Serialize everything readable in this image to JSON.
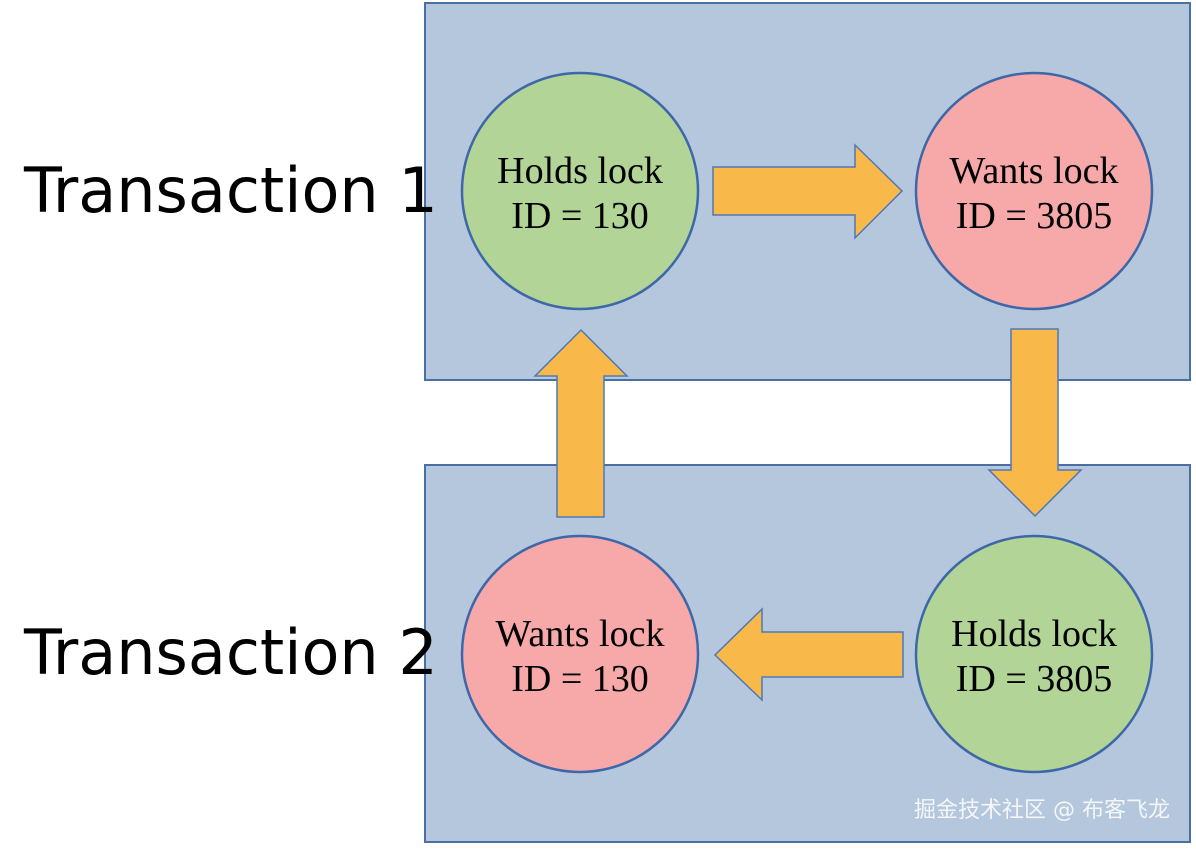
{
  "transactions": [
    {
      "label": "Transaction 1",
      "nodes": [
        {
          "line1": "Holds lock",
          "line2": "ID = 130",
          "state": "holds"
        },
        {
          "line1": "Wants lock",
          "line2": "ID = 3805",
          "state": "wants"
        }
      ]
    },
    {
      "label": "Transaction 2",
      "nodes": [
        {
          "line1": "Wants lock",
          "line2": "ID = 130",
          "state": "wants"
        },
        {
          "line1": "Holds lock",
          "line2": "ID = 3805",
          "state": "holds"
        }
      ]
    }
  ],
  "colors": {
    "box_fill": "#b4c7dc",
    "box_stroke": "#4a6fa5",
    "holds_fill": "#b2d496",
    "wants_fill": "#f7a8a8",
    "circle_stroke": "#3d67a8",
    "arrow_fill": "#f8b84a",
    "arrow_stroke": "#5078b4"
  },
  "watermark": "掘金技术社区 @ 布客飞龙"
}
